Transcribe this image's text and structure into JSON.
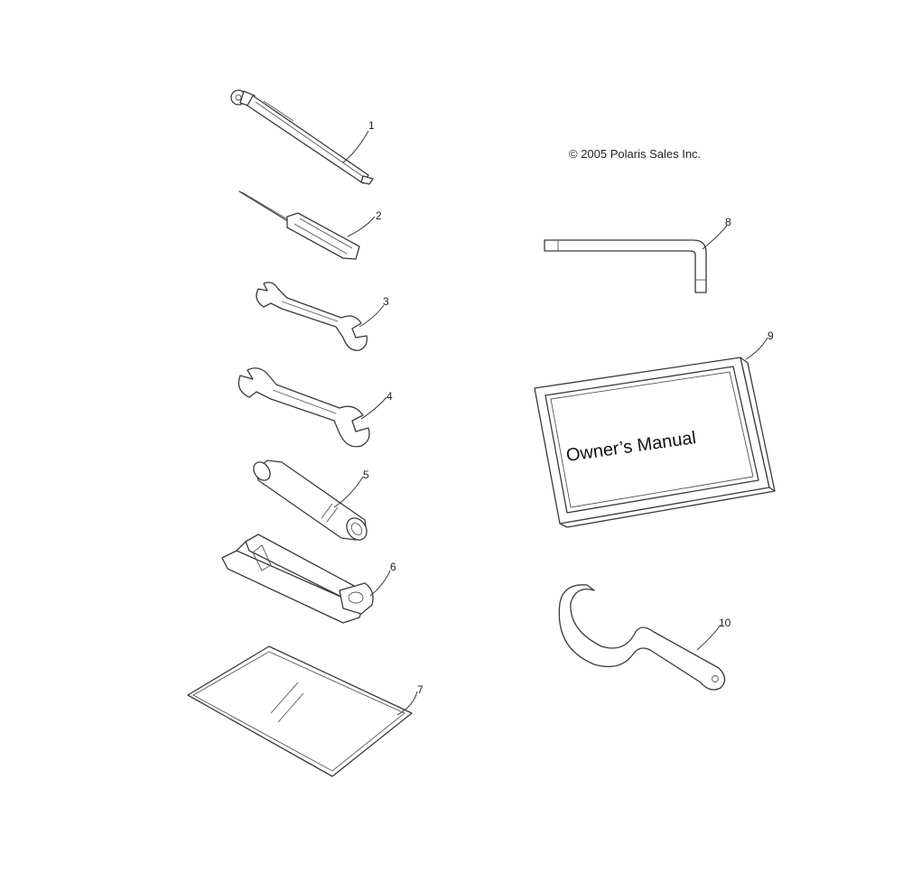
{
  "copyright": "© 2005 Polaris Sales Inc.",
  "manual": {
    "cover_text": "Owner’s Manual"
  },
  "callouts": {
    "c1": "1",
    "c2": "2",
    "c3": "3",
    "c4": "4",
    "c5": "5",
    "c6": "6",
    "c7": "7",
    "c8": "8",
    "c9": "9",
    "c10": "10"
  },
  "colors": {
    "line": "#3a3a3a",
    "background": "#ffffff"
  }
}
